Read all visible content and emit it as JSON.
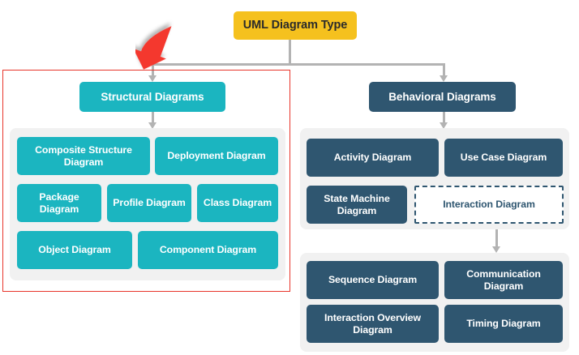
{
  "diagram": {
    "title": "UML Diagram Type",
    "root": {
      "label": "UML Diagram Type",
      "color": "#F5C11E",
      "text_color": "#2B2B2B"
    },
    "branches": [
      {
        "name": "structural",
        "heading": "Structural Diagrams",
        "color": "#1BB5C0",
        "highlighted": true,
        "leaves": [
          "Composite Structure Diagram",
          "Deployment Diagram",
          "Package Diagram",
          "Profile Diagram",
          "Class Diagram",
          "Object Diagram",
          "Component Diagram"
        ]
      },
      {
        "name": "behavioral",
        "heading": "Behavioral Diagrams",
        "color": "#2F5670",
        "highlighted": false,
        "leaves": [
          "Activity Diagram",
          "Use Case Diagram",
          "State Machine Diagram",
          "Interaction Diagram"
        ],
        "sub_group": {
          "parent": "Interaction Diagram",
          "parent_style": "dashed",
          "leaves": [
            "Sequence Diagram",
            "Communication Diagram",
            "Interaction Overview Diagram",
            "Timing Diagram"
          ]
        }
      }
    ],
    "annotation": {
      "type": "red-pointer-arrow",
      "color": "#F4372E",
      "points_at": "Structural Diagrams"
    },
    "highlight": {
      "color": "#E8352B",
      "encloses": "Structural Diagrams branch"
    },
    "palette": {
      "root_yellow": "#F5C11E",
      "teal": "#1BB5C0",
      "navy": "#2F5670",
      "panel_grey": "#F1F1F1",
      "connector_grey": "#B3B3B3",
      "annotation_red": "#F4372E",
      "highlight_red": "#E8352B",
      "background": "#FFFFFF"
    }
  }
}
